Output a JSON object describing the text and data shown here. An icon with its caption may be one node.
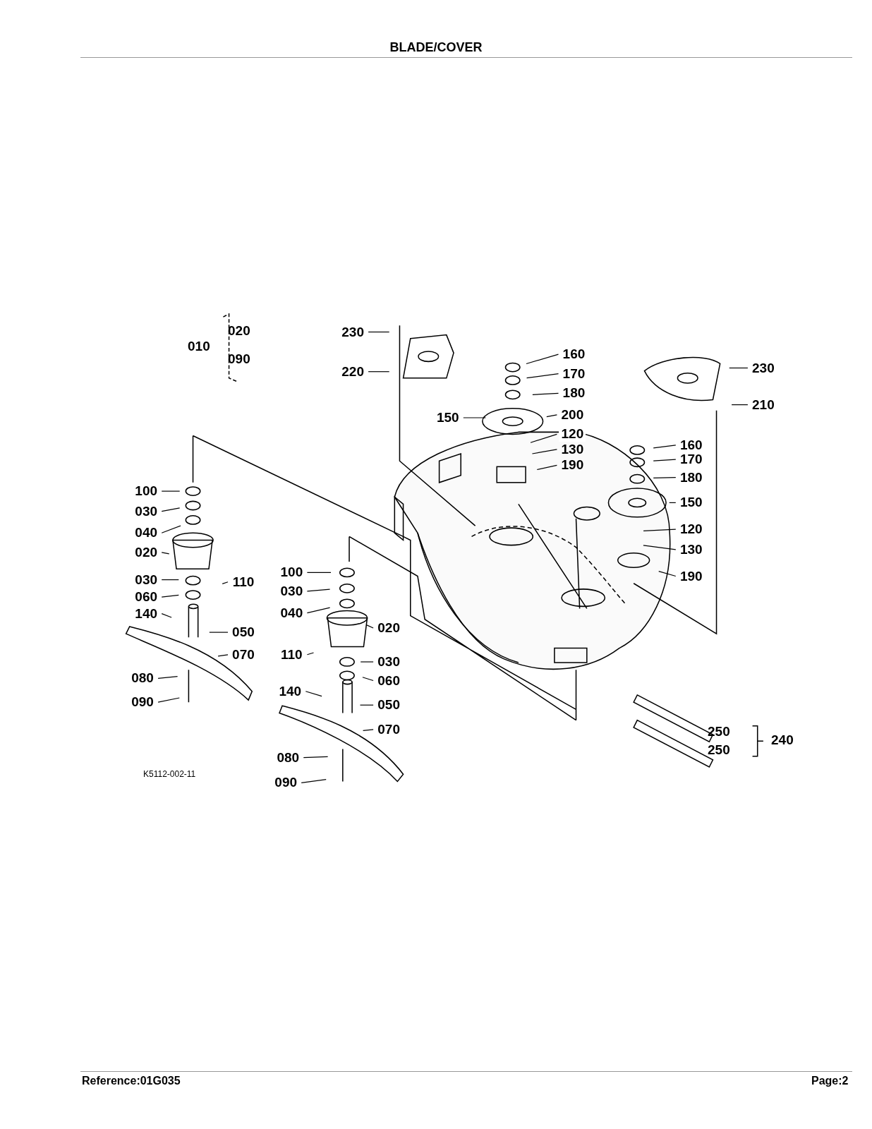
{
  "diagram": {
    "title": "BLADE/COVER",
    "nodes": [
      {
        "text": [
          "230"
        ]
      },
      {
        "text": [
          "220"
        ]
      },
      {
        "text": [
          "160"
        ]
      },
      {
        "text": [
          "170"
        ]
      },
      {
        "text": [
          "180"
        ]
      },
      {
        "text": [
          "150"
        ]
      },
      {
        "text": [
          "200"
        ]
      },
      {
        "text": [
          "120"
        ]
      },
      {
        "text": [
          "130"
        ]
      },
      {
        "text": [
          "190"
        ]
      },
      {
        "text": [
          "230"
        ]
      },
      {
        "text": [
          "210"
        ]
      },
      {
        "text": [
          "160"
        ]
      },
      {
        "text": [
          "170"
        ]
      },
      {
        "text": [
          "180"
        ]
      },
      {
        "text": [
          "150"
        ]
      },
      {
        "text": [
          "120"
        ]
      },
      {
        "text": [
          "130"
        ]
      },
      {
        "text": [
          "190"
        ]
      },
      {
        "text": [
          "100"
        ]
      },
      {
        "text": [
          "030"
        ]
      },
      {
        "text": [
          "040"
        ]
      },
      {
        "text": [
          "020"
        ]
      },
      {
        "text": [
          "030"
        ]
      },
      {
        "text": [
          "060"
        ]
      },
      {
        "text": [
          "110"
        ]
      },
      {
        "text": [
          "140"
        ]
      },
      {
        "text": [
          "050"
        ]
      },
      {
        "text": [
          "070"
        ]
      },
      {
        "text": [
          "080"
        ]
      },
      {
        "text": [
          "090"
        ]
      },
      {
        "text": [
          "100"
        ]
      },
      {
        "text": [
          "030"
        ]
      },
      {
        "text": [
          "040"
        ]
      },
      {
        "text": [
          "020"
        ]
      },
      {
        "text": [
          "110"
        ]
      },
      {
        "text": [
          "030"
        ]
      },
      {
        "text": [
          "060"
        ]
      },
      {
        "text": [
          "140"
        ]
      },
      {
        "text": [
          "050"
        ]
      },
      {
        "text": [
          "070"
        ]
      },
      {
        "text": [
          "080"
        ]
      },
      {
        "text": [
          "090"
        ]
      }
    ],
    "edges": [
      {
        "from": 0,
        "to": null,
        "arrow": "none"
      },
      {
        "from": 1,
        "to": null,
        "arrow": "none"
      },
      {
        "from": 2,
        "to": null,
        "arrow": "none"
      },
      {
        "from": 3,
        "to": null,
        "arrow": "none"
      },
      {
        "from": 4,
        "to": null,
        "arrow": "none"
      },
      {
        "from": 5,
        "to": null,
        "arrow": "none"
      },
      {
        "from": 6,
        "to": null,
        "arrow": "none"
      },
      {
        "from": 7,
        "to": null,
        "arrow": "none"
      },
      {
        "from": 8,
        "to": null,
        "arrow": "none"
      },
      {
        "from": 9,
        "to": null,
        "arrow": "none"
      },
      {
        "from": 10,
        "to": null,
        "arrow": "none"
      },
      {
        "from": 11,
        "to": null,
        "arrow": "none"
      },
      {
        "from": 12,
        "to": null,
        "arrow": "none"
      },
      {
        "from": 13,
        "to": null,
        "arrow": "none"
      },
      {
        "from": 14,
        "to": null,
        "arrow": "none"
      },
      {
        "from": 15,
        "to": null,
        "arrow": "none"
      },
      {
        "from": 16,
        "to": null,
        "arrow": "none"
      },
      {
        "from": 17,
        "to": null,
        "arrow": "none"
      },
      {
        "from": 18,
        "to": null,
        "arrow": "none"
      },
      {
        "from": 19,
        "to": null,
        "arrow": "none"
      },
      {
        "from": 20,
        "to": null,
        "arrow": "none"
      },
      {
        "from": 21,
        "to": null,
        "arrow": "none"
      },
      {
        "from": 22,
        "to": null,
        "arrow": "none"
      },
      {
        "from": 23,
        "to": null,
        "arrow": "none"
      },
      {
        "from": 24,
        "to": null,
        "arrow": "none"
      },
      {
        "from": 25,
        "to": null,
        "arrow": "none"
      },
      {
        "from": 26,
        "to": null,
        "arrow": "none"
      },
      {
        "from": 27,
        "to": null,
        "arrow": "none"
      },
      {
        "from": 28,
        "to": null,
        "arrow": "none"
      },
      {
        "from": 29,
        "to": null,
        "arrow": "none"
      },
      {
        "from": 30,
        "to": null,
        "arrow": "none"
      },
      {
        "from": 31,
        "to": null,
        "arrow": "none"
      },
      {
        "from": 32,
        "to": null,
        "arrow": "none"
      },
      {
        "from": 33,
        "to": null,
        "arrow": "none"
      },
      {
        "from": 34,
        "to": null,
        "arrow": "none"
      },
      {
        "from": 35,
        "to": null,
        "arrow": "none"
      },
      {
        "from": 36,
        "to": null,
        "arrow": "none"
      },
      {
        "from": 37,
        "to": null,
        "arrow": "none"
      },
      {
        "from": 38,
        "to": null,
        "arrow": "none"
      },
      {
        "from": 39,
        "to": null,
        "arrow": "none"
      },
      {
        "from": 40,
        "to": null,
        "arrow": "none"
      },
      {
        "from": 41,
        "to": null,
        "arrow": "none"
      },
      {
        "from": 42,
        "to": null,
        "arrow": "none"
      }
    ],
    "labels": [
      "010",
      "020",
      "090",
      "250",
      "250",
      "240",
      "K5112-002-11",
      "Reference:01G035",
      "Page:2"
    ]
  }
}
